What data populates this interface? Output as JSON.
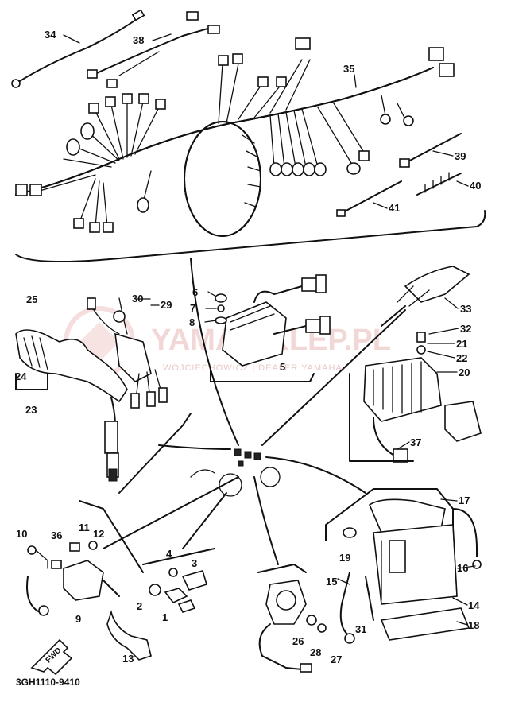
{
  "watermark": {
    "brand": "YAMA-SKLEP.PL",
    "tagline": "WOJCIECHOWICZ | DEALER YAMAHA"
  },
  "diagram_code": "3GH1110-9410",
  "fwd_label": "FWD",
  "part_labels": [
    "1",
    "2",
    "3",
    "4",
    "5",
    "6",
    "7",
    "8",
    "9",
    "10",
    "11",
    "12",
    "13",
    "14",
    "15",
    "16",
    "17",
    "18",
    "19",
    "20",
    "21",
    "22",
    "23",
    "24",
    "25",
    "26",
    "27",
    "28",
    "29",
    "30",
    "31",
    "32",
    "33",
    "34",
    "35",
    "36",
    "37",
    "38",
    "39",
    "40",
    "41"
  ]
}
